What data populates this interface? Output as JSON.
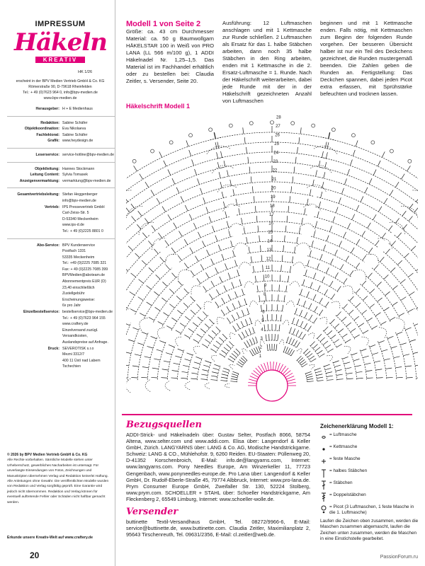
{
  "imprint": {
    "title": "IMPRESSUM",
    "logo_main": "Häkeln",
    "logo_band": "KREATIV",
    "issue": "HK 1/26",
    "publisher": [
      "erscheint in der BPV Medien Vertrieb GmbH & Co. KG",
      "Römerstraße 90, D-79618 Rheinfelden",
      "Tel.: + 49 (0)7623 964 0, info@bpv-medien.de",
      "www.bpv-medien.de"
    ],
    "rows": [
      {
        "label": "Herausgeber:",
        "value": "H + E Medienhaus"
      },
      {
        "sep": true
      },
      {
        "label": "Redaktion:",
        "value": "Sabine Schäfer"
      },
      {
        "label": "Objektkoordination:",
        "value": "Eva Nikolaeva"
      },
      {
        "label": "Fachlektorat:",
        "value": "Sabine Schäfer"
      },
      {
        "label": "Grafik:",
        "value": "www.heydesign.de"
      },
      {
        "sep": true
      },
      {
        "label": "Leserservice:",
        "value": "service-hotline@bpv-medien.de"
      },
      {
        "sep": true
      },
      {
        "label": "Objektleitung:",
        "value": "Hannes Stockmann"
      },
      {
        "label": "Leitung Content:",
        "value": "Sylvia Tomasek"
      },
      {
        "label": "Anzeigenvermarktung:",
        "value": "vermarktung@bpv-medien.de"
      },
      {
        "sep": true
      },
      {
        "label": "Gesamtvertriebsleitung:",
        "value": "Stefan Heggenberger"
      },
      {
        "label": "",
        "value": "info@bpv-medien.de"
      },
      {
        "label": "Vertrieb:",
        "value": "IPS Pressevertrieb GmbH"
      },
      {
        "label": "",
        "value": "Carl-Zeiss-Str. 5"
      },
      {
        "label": "",
        "value": "D-53340 Meckenheim"
      },
      {
        "label": "",
        "value": "www.ips-d.de"
      },
      {
        "label": "",
        "value": "Tel.: + 49 (0)2225 8801 0"
      },
      {
        "sep": true
      },
      {
        "label": "Abo-Service:",
        "value": "BPV Kundenservice"
      },
      {
        "label": "",
        "value": "Postfach 1331"
      },
      {
        "label": "",
        "value": "53335 Meckenheim"
      },
      {
        "label": "",
        "value": "Tel.: +49 (0)2225 7085 321"
      },
      {
        "label": "",
        "value": "Fax: + 49 (0)2225 7085 399"
      },
      {
        "label": "",
        "value": "BPVMedien@aboteam.de"
      },
      {
        "label": "",
        "value": "Abonnementpreis EUR (D)"
      },
      {
        "label": "",
        "value": "23,40 einschließlich"
      },
      {
        "label": "",
        "value": "Zustellgebühr"
      },
      {
        "label": "",
        "value": "Erscheinungsweise:"
      },
      {
        "label": "",
        "value": "6x pro Jahr"
      },
      {
        "label": "Einzelbestellservice:",
        "value": "bestellservice@bpv-medien.de"
      },
      {
        "label": "",
        "value": "Tel.: + 49 (0)7623 964 155"
      },
      {
        "label": "",
        "value": "www.craftery.de"
      },
      {
        "label": "",
        "value": "Einzelversand zuzügl."
      },
      {
        "label": "",
        "value": "Versandkosten,"
      },
      {
        "label": "",
        "value": "Auslandspreise auf Anfrage."
      },
      {
        "label": "Druck:",
        "value": "SEVEROTISK s.r.o"
      },
      {
        "label": "",
        "value": "Mezni 3312/7"
      },
      {
        "label": "",
        "value": "400 11 Ústí nad Labem"
      },
      {
        "label": "",
        "value": "Tschechien"
      }
    ],
    "copyright_head": "© 2026 by BPV Medien Vertrieb GmbH & Co. KG",
    "copyright_body": "Alle Rechte vorbehalten. Sämtliche Modelle stehen unter Urheberschutz, gewerbliches Nacharbeiten ist untersagt. Für unverlangte Einsendungen von Fotos, Zeichnungen und Manuskripten übernehmen Verlag und Redaktion keinerlei Haftung. Alle Anleitungen ohne Gewähr. Die veröffentlichten Modelle wurden von Redaktion und Verlag sorgfältig geprüft. Eine Garantie wird jedoch nicht übernommen. Redaktion und Verlag können für eventuell auftretende Fehler oder Schäden nicht haftbar gemacht werden.",
    "more": "Erkunde unsere Kreativ-Welt auf www.craftery.de",
    "page_number": "20"
  },
  "col1": {
    "title": "Modell 1 von Seite 2",
    "text": "Größe: ca. 43 cm Durchmesser Material: ca. 50 g Baumwollgarn HÄKELSTAR 100 in Weiß von PRO LANA (LL 566 m/100 g), 1 ADDI Häkelnadel Nr. 1,25–1,5. Das Material ist im Fachhandel erhältlich oder zu bestellen bei: Claudia Zeitler, s. Versender, Seite 20."
  },
  "col2": {
    "text": "Ausführung: 12 Luftmaschen anschlagen und mit 1 Kettmasche zur Runde schließen. 2 Luftmaschen als Ersatz für das 1. halbe Stäbchen arbeiten, dann noch 35 halbe Stäbchen in den Ring arbeiten, enden mit 1 Kettmasche in die 2. Ersatz-Luftmasche = 1. Runde. Nach der Häkelschrift weiterarbeiten, dabei jede Runde mit der in der Häkelschrift gezeichneten Anzahl von Luftmaschen"
  },
  "col3": {
    "text": "beginnen und mit 1 Kettmasche enden. Falls nötig, mit Kettmaschen zum Beginn der folgenden Runde vorgehen. Der besseren Übersicht halber ist nur ein Teil des Deckchens gezeichnet, die Runden mustergemäß beenden. Die Zahlen geben die Runden an. Fertigstellung: Das Deckchen spannen, dabei jeden Picot extra erfassen, mit Sprühstärke befeuchten und trocknen lassen."
  },
  "chart": {
    "title": "Häkelschrift Modell 1",
    "round_labels": [
      "28",
      "27",
      "26",
      "25",
      "24",
      "23",
      "22",
      "21",
      "20",
      "19",
      "18",
      "17",
      "16",
      "15",
      "14",
      "13",
      "12",
      "11",
      "10",
      "9",
      "8",
      "7",
      "6",
      "5",
      "4",
      "3",
      "2",
      "1"
    ],
    "colors": {
      "pink": "#e2007a",
      "black": "#1a1a1a"
    }
  },
  "bezug": {
    "title": "Bezugsquellen",
    "text": "ADDI-Strick- und Häkelnadeln über: Gustav Selter, Postfach 8066, 58754 Altena, www.selter.com und www.addi.com. Elisa über: Langendorf & Keller GmbH, Zürich. LANGYARNS über: LANG & Co. AG, Modische Handstrickgarne. Schweiz: LANG & CO., Mühlehofstr. 9, 6260 Reiden. EU-Staaten: Püllenweg 20, D-41352 Korschenbroich, E-Mail: info.de@langyarns.com, Internet: www.langyarns.com. Pony Needles Europe, Am Winzerkeller 11, 77723 Gengenbach, www.ponyneedles-europe.de. Pro Lana über: Langendorf & Keller GmbH, Dr. Rudolf-Eberle-Straße 45, 79774 Albbruck, Internet: www.pro-lana.de. Prym Consumer Europe GmbH, Zweifaller Str. 130, 52224 Stolberg, www.prym.com. SCHOELLER + STAHL über: Schoeller Handstrickgarne, Am Fleckenberg 2, 65549 Limburg, Internet: www.schoeller-wolle.de.",
    "versender_title": "Versender",
    "versender_text": "buttinette Textil-Versandhaus GmbH, Tel. 08272/9966-6, E-Mail: service@buttinette.de, www.buttinette.com. Claudia Zeitler, Maximilianplatz 2, 95643 Tirschenreuth, Tel. 09631/2356, E-Mail: cl.zeitler@web.de."
  },
  "legend": {
    "title": "Zeichenerklärung Modell 1:",
    "items": [
      {
        "icon": "chain-icon",
        "text": "= Luftmasche"
      },
      {
        "icon": "slipstitch-icon",
        "text": "= Kettmasche"
      },
      {
        "icon": "single-crochet-icon",
        "text": "= feste Masche"
      },
      {
        "icon": "half-double-icon",
        "text": "= halbes Stäbchen"
      },
      {
        "icon": "double-crochet-icon",
        "text": "= Stäbchen"
      },
      {
        "icon": "treble-icon",
        "text": "= Doppelstäbchen"
      },
      {
        "icon": "picot-icon",
        "text": "= Picot (3 Luftmaschen, 1 feste Masche in die 1. Luftmasche)"
      }
    ],
    "note": "Laufen die Zeichen oben zusammen, werden die Maschen zusammen abgemascht, laufen die Zeichen unten zusammen, werden die Maschen in eine Einstichstelle gearbeitet."
  },
  "footer": "PassionForum.ru"
}
